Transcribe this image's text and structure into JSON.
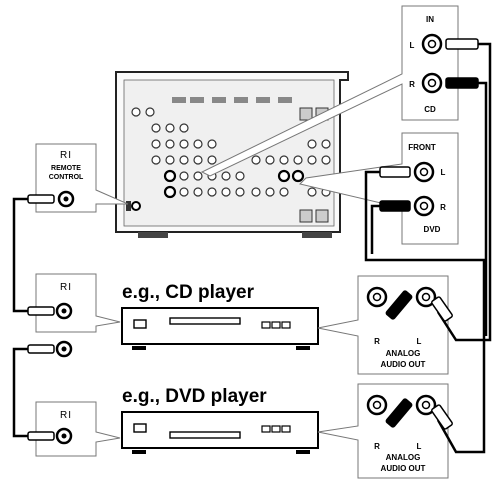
{
  "amplifier": {
    "ri_symbol": "RI",
    "remote_control_label_1": "REMOTE",
    "remote_control_label_2": "CONTROL"
  },
  "cd_input_callout": {
    "title": "IN",
    "left": "L",
    "right": "R",
    "name": "CD"
  },
  "dvd_input_callout": {
    "title": "FRONT",
    "left": "L",
    "right": "R",
    "name": "DVD"
  },
  "cd_player": {
    "caption": "e.g., CD player",
    "ri_symbol": "RI",
    "out_right": "R",
    "out_left": "L",
    "out_label_1": "ANALOG",
    "out_label_2": "AUDIO OUT"
  },
  "dvd_player": {
    "caption": "e.g., DVD player",
    "ri_symbol": "RI",
    "out_right": "R",
    "out_left": "L",
    "out_label_1": "ANALOG",
    "out_label_2": "AUDIO OUT"
  }
}
